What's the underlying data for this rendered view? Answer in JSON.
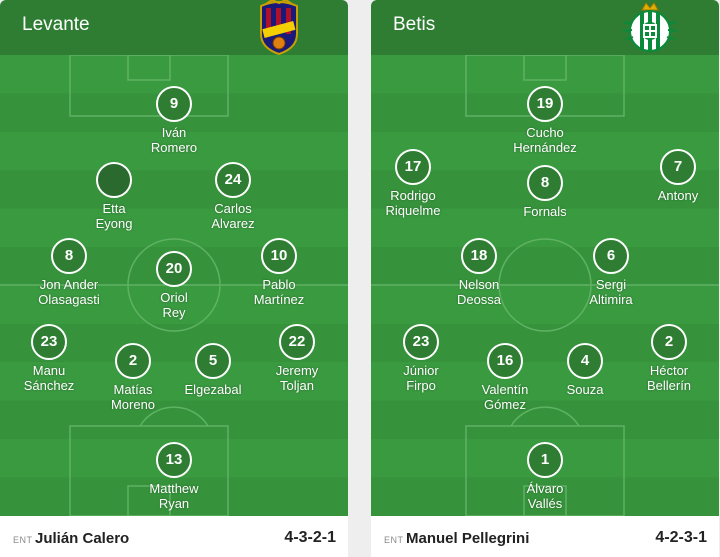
{
  "colors": {
    "header": "#2e7d32",
    "pitch_light": "#3a9a40",
    "pitch_dark": "#36933b"
  },
  "teams": [
    {
      "name": "Levante",
      "crest_icon": "levante-crest-icon",
      "coach_prefix": "ENT",
      "coach": "Julián Calero",
      "formation": "4-3-2-1",
      "players": [
        {
          "number": "9",
          "name": "Iván\nRomero"
        },
        {
          "number": "",
          "name": "Etta\nEyong"
        },
        {
          "number": "24",
          "name": "Carlos\nAlvarez"
        },
        {
          "number": "8",
          "name": "Jon Ander\nOlasagasti"
        },
        {
          "number": "20",
          "name": "Oriol\nRey"
        },
        {
          "number": "10",
          "name": "Pablo\nMartínez"
        },
        {
          "number": "23",
          "name": "Manu\nSánchez"
        },
        {
          "number": "2",
          "name": "Matías\nMoreno"
        },
        {
          "number": "5",
          "name": "Elgezabal"
        },
        {
          "number": "22",
          "name": "Jeremy\nToljan"
        },
        {
          "number": "13",
          "name": "Matthew\nRyan"
        }
      ]
    },
    {
      "name": "Betis",
      "crest_icon": "betis-crest-icon",
      "coach_prefix": "ENT",
      "coach": "Manuel Pellegrini",
      "formation": "4-2-3-1",
      "players": [
        {
          "number": "19",
          "name": "Cucho\nHernández"
        },
        {
          "number": "17",
          "name": "Rodrigo\nRiquelme"
        },
        {
          "number": "8",
          "name": "Fornals"
        },
        {
          "number": "7",
          "name": "Antony"
        },
        {
          "number": "18",
          "name": "Nelson\nDeossa"
        },
        {
          "number": "6",
          "name": "Sergi\nAltimira"
        },
        {
          "number": "23",
          "name": "Júnior\nFirpo"
        },
        {
          "number": "16",
          "name": "Valentín\nGómez"
        },
        {
          "number": "4",
          "name": "Souza"
        },
        {
          "number": "2",
          "name": "Héctor\nBellerín"
        },
        {
          "number": "1",
          "name": "Álvaro\nVallés"
        }
      ]
    }
  ]
}
